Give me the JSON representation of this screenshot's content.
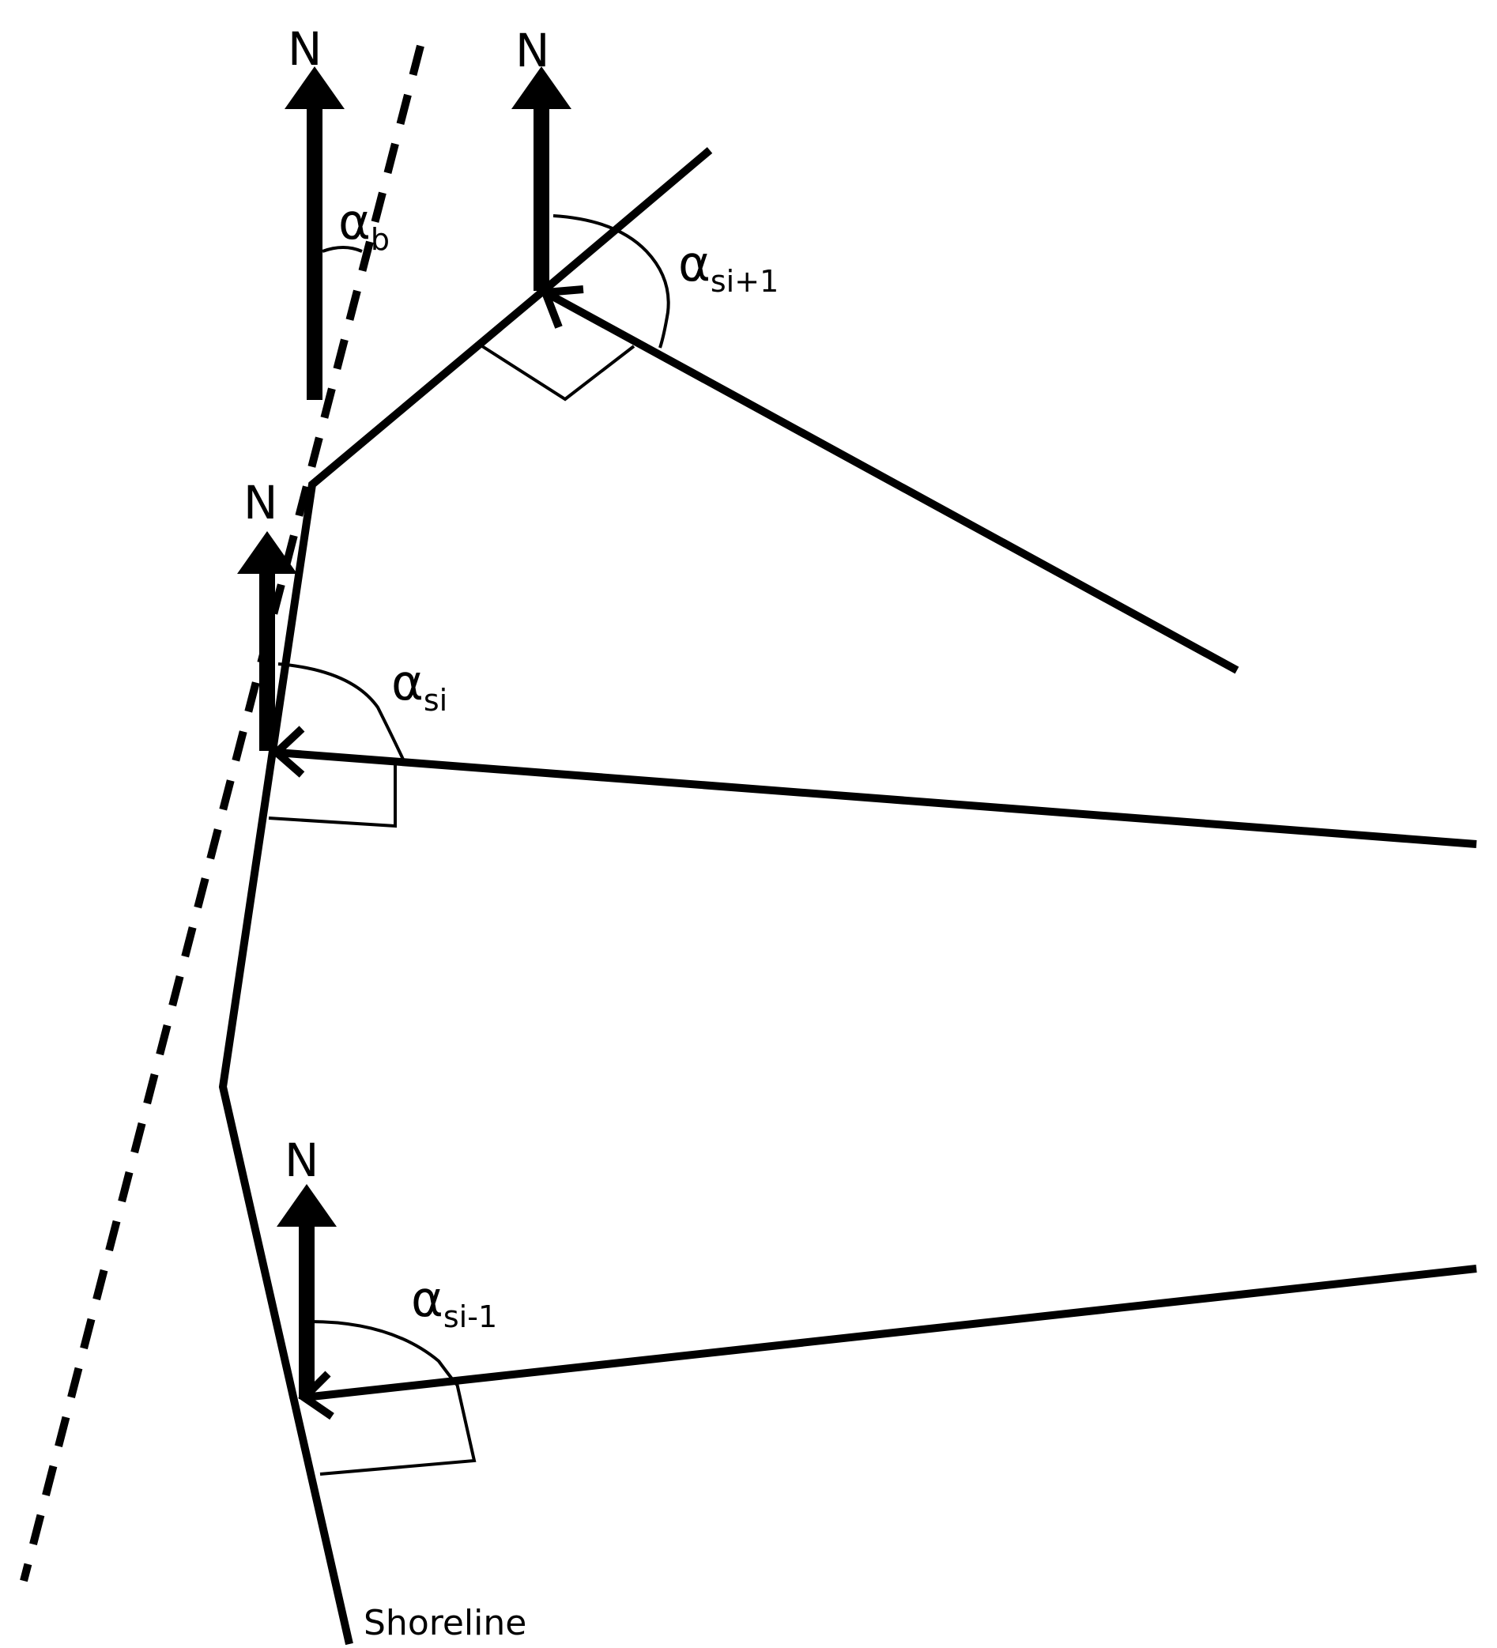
{
  "labels": {
    "north": "N",
    "alpha": "α",
    "sub_b": "b",
    "sub_si_plus_1": "si+1",
    "sub_si": "si",
    "sub_si_minus_1": "si-1",
    "shoreline": "Shoreline"
  },
  "colors": {
    "ink": "#000000",
    "background": "#ffffff"
  }
}
